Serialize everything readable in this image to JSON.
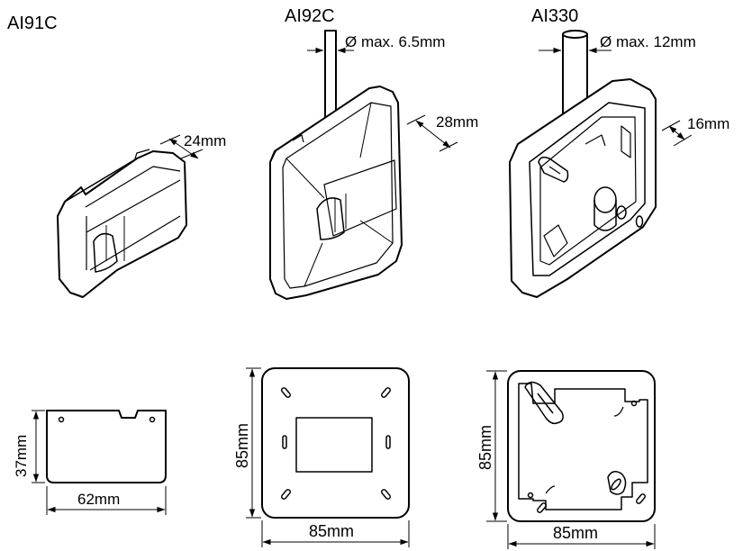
{
  "products": {
    "ai91c": {
      "title": "AI91C",
      "depth": "24mm",
      "height": "37mm",
      "width": "62mm"
    },
    "ai92c": {
      "title": "AI92C",
      "cable": "Ø max. 6.5mm",
      "depth": "28mm",
      "height": "85mm",
      "width": "85mm"
    },
    "ai330": {
      "title": "AI330",
      "cable": "Ø max. 12mm",
      "depth": "16mm",
      "height": "85mm",
      "width": "85mm"
    }
  },
  "colors": {
    "line": "#000000",
    "background": "#ffffff"
  }
}
